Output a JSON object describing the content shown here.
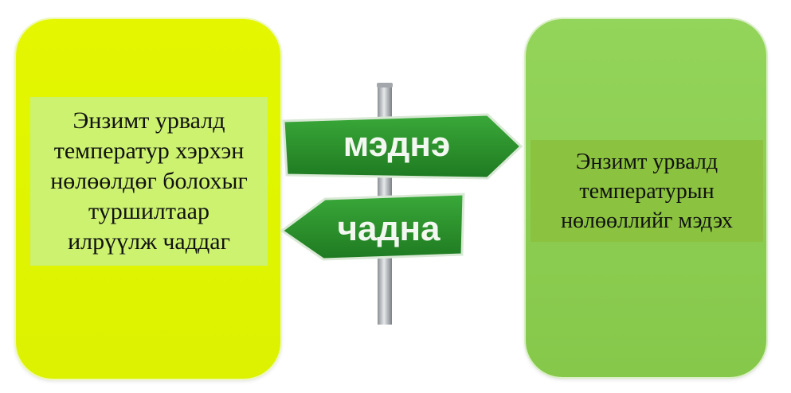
{
  "left_panel": {
    "text": "Энзимт урвалд\nтемператур хэрхэн\nнөлөөлдөг болохыг\nтуршилтаар\nилрүүлж чаддаг"
  },
  "right_panel": {
    "text": "Энзимт урвалд\nтемпературын\nнөлөөллийг  мэдэх"
  },
  "signpost": {
    "upper_sign": "мэднэ",
    "lower_sign": "чадна"
  },
  "colors": {
    "left_panel": "#dcf200",
    "left_textbox": "#ccf26f",
    "right_panel": "#8bc84d",
    "right_textbox": "#8bc23f",
    "sign_green": "#2e9a2e"
  },
  "icons": [
    "signpost-icon"
  ]
}
